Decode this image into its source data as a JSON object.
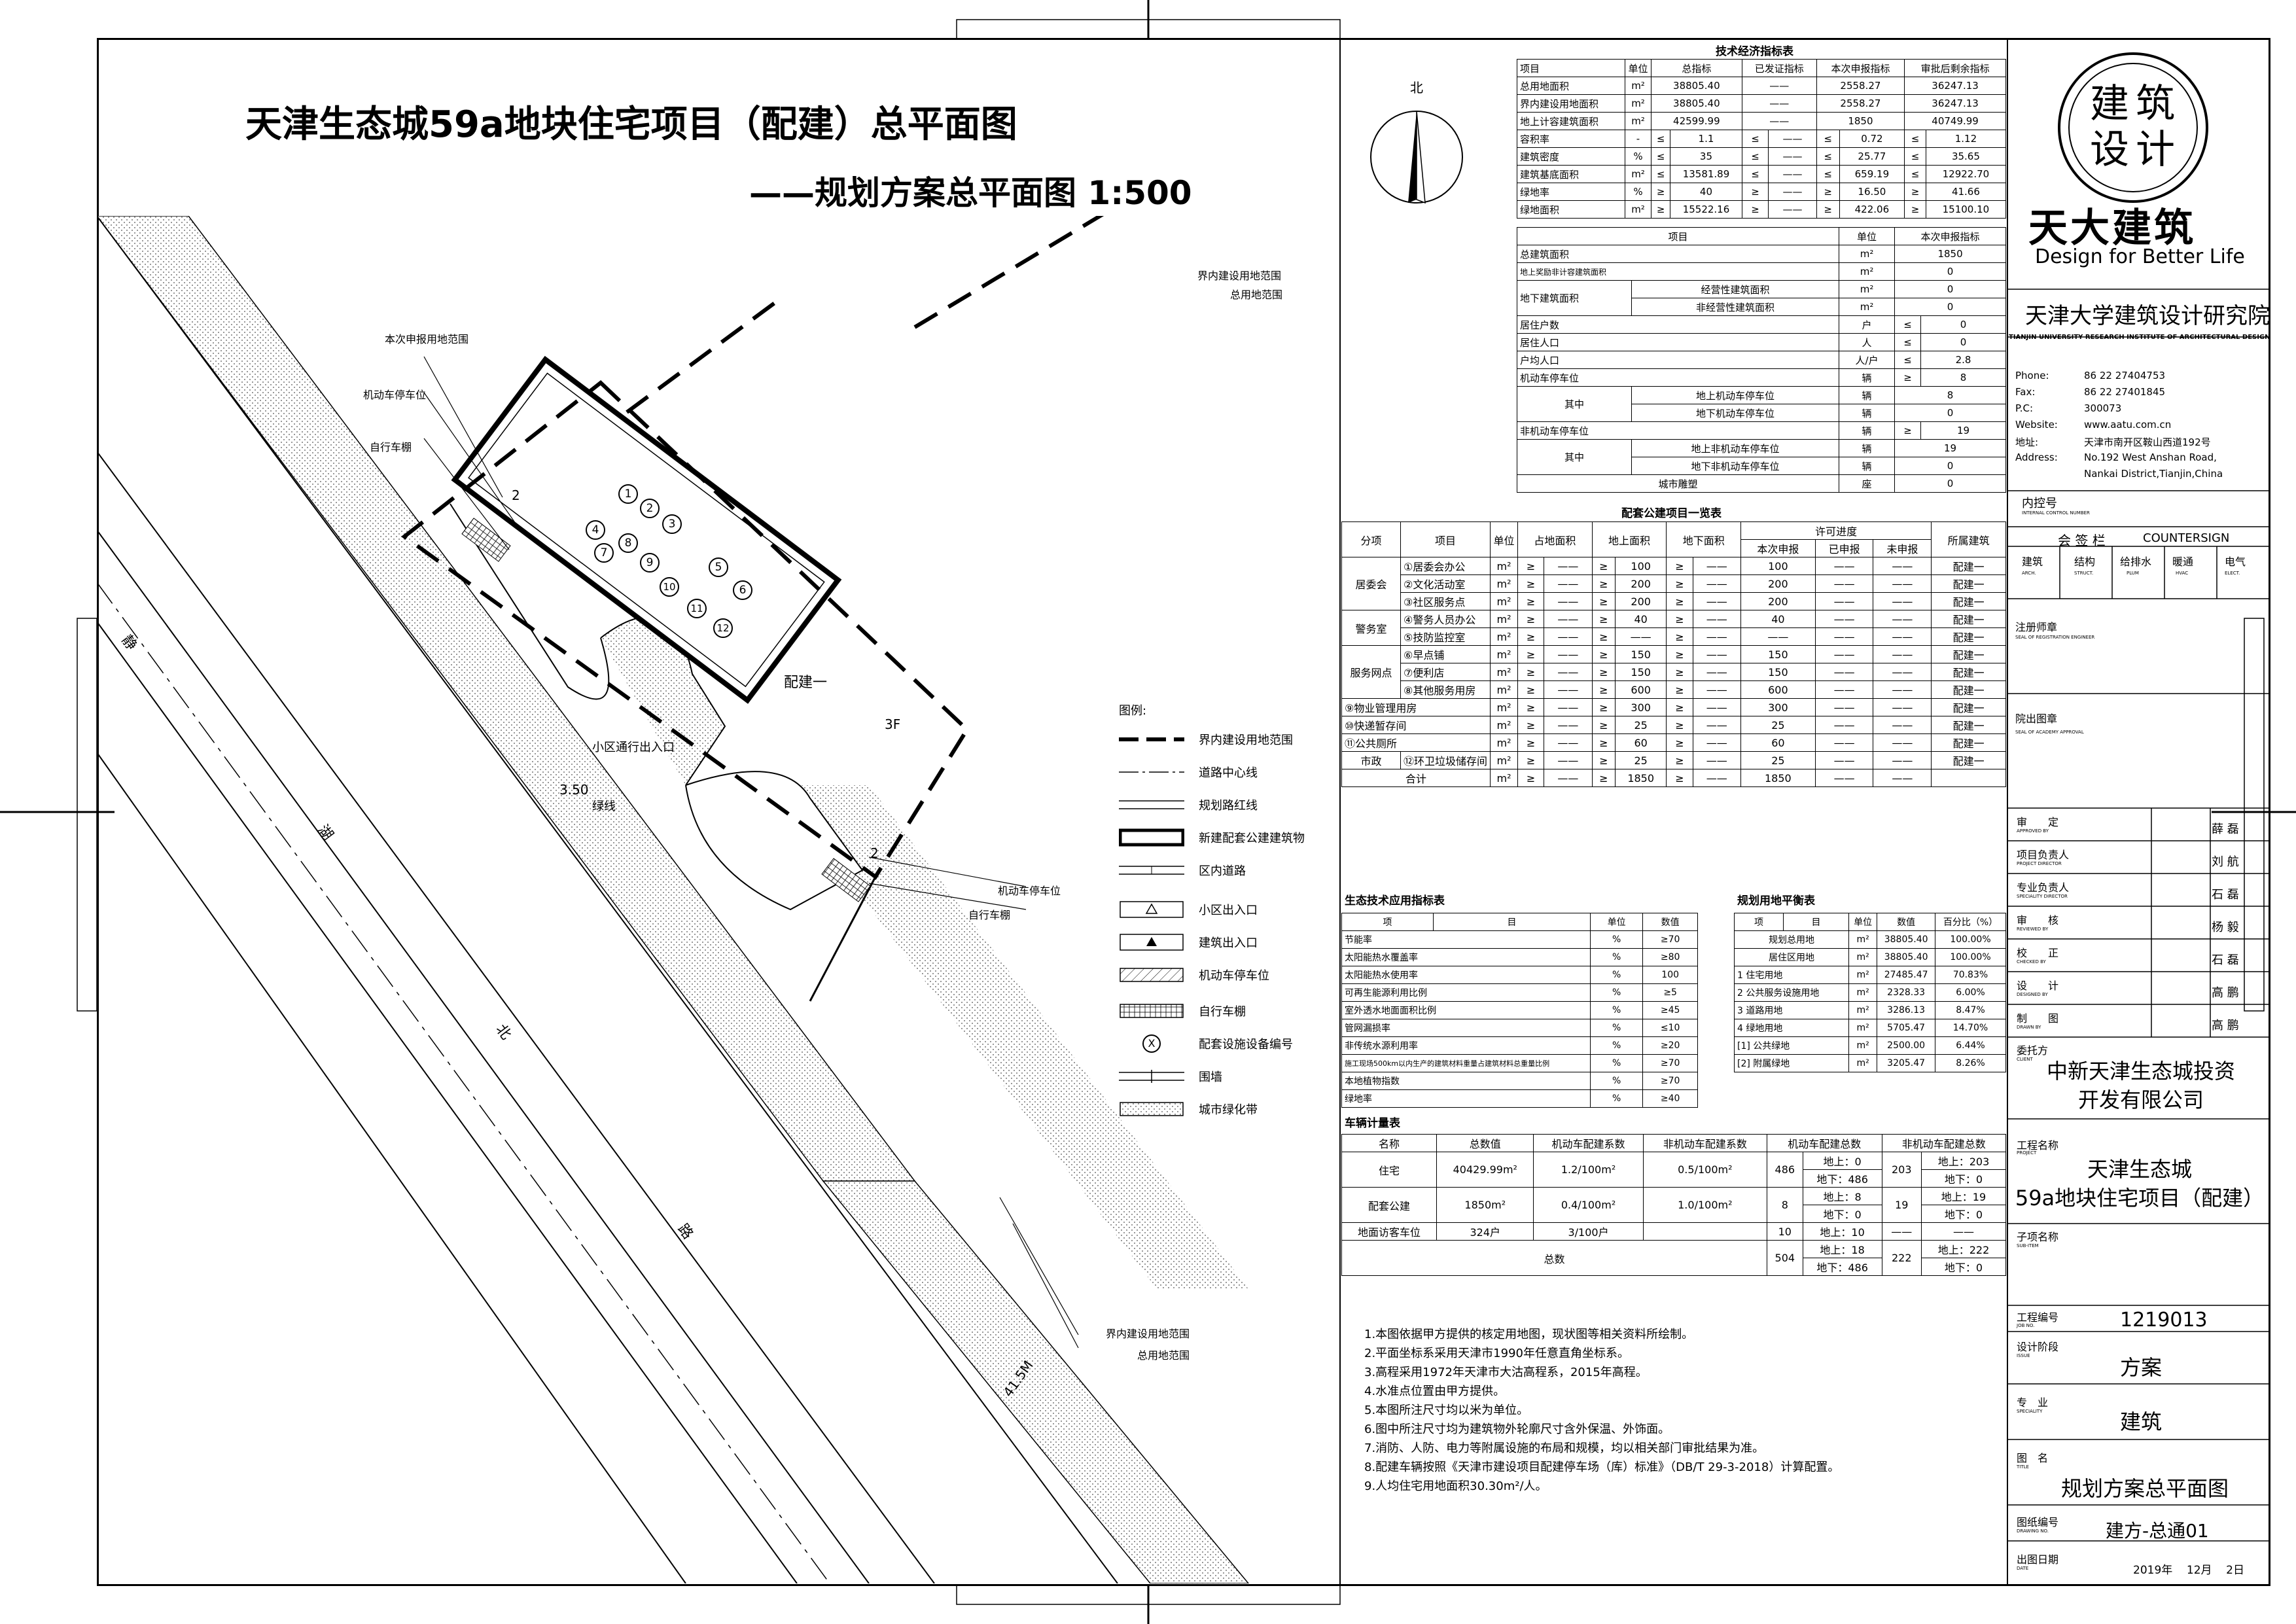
{
  "title": "天津生态城59a地块住宅项目（配建）总平面图",
  "subtitle": "——规划方案总平面图 1:500",
  "north_label": "北",
  "map": {
    "labels": {
      "boundary1": "界内建设用地范围",
      "boundary2": "总用地范围",
      "scope": "本次申报用地范围",
      "car_parking": "机动车停车位",
      "bike_shed": "自行车棚",
      "entrance": "小区通行出入口",
      "elev": "3.50",
      "green_line": "绿线",
      "car_parking2": "机动车停车位",
      "bike_shed2": "自行车棚",
      "boundary3": "界内建设用地范围",
      "boundary4": "总用地范围",
      "building": "配建一",
      "floors": "3F",
      "road1": "静",
      "road2": "湖",
      "road3": "北",
      "road4": "路",
      "width": "41.5M",
      "arrow1": "2",
      "arrow2": "2"
    },
    "facility_numbers": [
      "1",
      "2",
      "3",
      "4",
      "5",
      "6",
      "7",
      "8",
      "9",
      "10",
      "11",
      "12"
    ]
  },
  "legend": {
    "title": "图例:",
    "items": [
      "界内建设用地范围",
      "道路中心线",
      "规划路红线",
      "新建配套公建建筑物",
      "区内道路",
      "小区出入口",
      "建筑出入口",
      "机动车停车位",
      "自行车棚",
      "配套设施设备编号",
      "围墙",
      "城市绿化带"
    ],
    "x_symbol": "X"
  },
  "tech_table": {
    "title": "技术经济指标表",
    "headers": [
      "项目",
      "单位",
      "总指标",
      "已发证指标",
      "本次申报指标",
      "审批后剩余指标"
    ],
    "rows": [
      [
        "总用地面积",
        "m²",
        "38805.40",
        "——",
        "2558.27",
        "36247.13"
      ],
      [
        "界内建设用地面积",
        "m²",
        "38805.40",
        "——",
        "2558.27",
        "36247.13"
      ],
      [
        "地上计容建筑面积",
        "m²",
        "42599.99",
        "——",
        "1850",
        "40749.99"
      ],
      [
        "容积率",
        "-",
        "≤",
        "1.1",
        "≤",
        "——",
        "≤",
        "0.72",
        "≤",
        "1.12"
      ],
      [
        "建筑密度",
        "%",
        "≤",
        "35",
        "≤",
        "——",
        "≤",
        "25.77",
        "≤",
        "35.65"
      ],
      [
        "建筑基底面积",
        "m²",
        "≤",
        "13581.89",
        "≤",
        "——",
        "≤",
        "659.19",
        "≤",
        "12922.70"
      ],
      [
        "绿地率",
        "%",
        "≥",
        "40",
        "≥",
        "——",
        "≥",
        "16.50",
        "≥",
        "41.66"
      ],
      [
        "绿地面积",
        "m²",
        "≥",
        "15522.16",
        "≥",
        "——",
        "≥",
        "422.06",
        "≥",
        "15100.10"
      ]
    ],
    "sub_headers": [
      "项目",
      "单位",
      "本次申报指标"
    ],
    "sub_rows": [
      [
        "总建筑面积",
        "",
        "m²",
        "1850"
      ],
      [
        "地上奖励非计容建筑面积",
        "",
        "m²",
        "0"
      ],
      [
        "地下建筑面积",
        "经营性建筑面积",
        "m²",
        "0"
      ],
      [
        "",
        "非经营性建筑面积",
        "m²",
        "0"
      ],
      [
        "居住户数",
        "",
        "户",
        "≤",
        "0"
      ],
      [
        "居住人口",
        "",
        "人",
        "≤",
        "0"
      ],
      [
        "户均人口",
        "",
        "人/户",
        "≤",
        "2.8"
      ],
      [
        "机动车停车位",
        "",
        "辆",
        "≥",
        "8"
      ],
      [
        "其中",
        "地上机动车停车位",
        "辆",
        "",
        "8"
      ],
      [
        "",
        "地下机动车停车位",
        "辆",
        "",
        "0"
      ],
      [
        "非机动车停车位",
        "",
        "辆",
        "≥",
        "19"
      ],
      [
        "其中",
        "地上非机动车停车位",
        "辆",
        "",
        "19"
      ],
      [
        "",
        "地下非机动车停车位",
        "辆",
        "",
        "0"
      ],
      [
        "城市雕塑",
        "",
        "座",
        "",
        "0"
      ]
    ]
  },
  "facility_table": {
    "title": "配套公建项目一览表",
    "headers": [
      "分项",
      "项目",
      "单位",
      "占地面积",
      "地上面积",
      "地下面积",
      "许可进度",
      "所属建筑"
    ],
    "progress_headers": [
      "本次申报",
      "已申报",
      "未申报"
    ],
    "rows": [
      [
        "居委会",
        "①居委会办公",
        "m²",
        "≥",
        "——",
        "≥",
        "100",
        "≥",
        "——",
        "100",
        "——",
        "——",
        "配建一"
      ],
      [
        "",
        "②文化活动室",
        "m²",
        "≥",
        "——",
        "≥",
        "200",
        "≥",
        "——",
        "200",
        "——",
        "——",
        "配建一"
      ],
      [
        "",
        "③社区服务点",
        "m²",
        "≥",
        "——",
        "≥",
        "200",
        "≥",
        "——",
        "200",
        "——",
        "——",
        "配建一"
      ],
      [
        "警务室",
        "④警务人员办公",
        "m²",
        "≥",
        "——",
        "≥",
        "40",
        "≥",
        "——",
        "40",
        "——",
        "——",
        "配建一"
      ],
      [
        "",
        "⑤技防监控室",
        "m²",
        "≥",
        "——",
        "≥",
        "——",
        "≥",
        "——",
        "——",
        "——",
        "——",
        "配建一"
      ],
      [
        "服务网点",
        "⑥早点铺",
        "m²",
        "≥",
        "——",
        "≥",
        "150",
        "≥",
        "——",
        "150",
        "——",
        "——",
        "配建一"
      ],
      [
        "",
        "⑦便利店",
        "m²",
        "≥",
        "——",
        "≥",
        "150",
        "≥",
        "——",
        "150",
        "——",
        "——",
        "配建一"
      ],
      [
        "",
        "⑧其他服务用房",
        "m²",
        "≥",
        "——",
        "≥",
        "600",
        "≥",
        "——",
        "600",
        "——",
        "——",
        "配建一"
      ],
      [
        "",
        "⑨物业管理用房",
        "m²",
        "≥",
        "——",
        "≥",
        "300",
        "≥",
        "——",
        "300",
        "——",
        "——",
        "配建一"
      ],
      [
        "",
        "⑩快递暂存间",
        "m²",
        "≥",
        "——",
        "≥",
        "25",
        "≥",
        "——",
        "25",
        "——",
        "——",
        "配建一"
      ],
      [
        "",
        "⑪公共厕所",
        "m²",
        "≥",
        "——",
        "≥",
        "60",
        "≥",
        "——",
        "60",
        "——",
        "——",
        "配建一"
      ],
      [
        "市政",
        "⑫环卫垃圾储存间",
        "m²",
        "≥",
        "——",
        "≥",
        "25",
        "≥",
        "——",
        "25",
        "——",
        "——",
        "配建一"
      ],
      [
        "合计",
        "",
        "m²",
        "≥",
        "——",
        "≥",
        "1850",
        "≥",
        "——",
        "1850",
        "——",
        "——",
        ""
      ]
    ]
  },
  "eco_table": {
    "title": "生态技术应用指标表",
    "headers": [
      "项",
      "目",
      "单位",
      "数值"
    ],
    "rows": [
      [
        "节能率",
        "%",
        "≥70"
      ],
      [
        "太阳能热水覆盖率",
        "%",
        "≥80"
      ],
      [
        "太阳能热水使用率",
        "%",
        "100"
      ],
      [
        "可再生能源利用比例",
        "%",
        "≥5"
      ],
      [
        "室外透水地面面积比例",
        "%",
        "≥45"
      ],
      [
        "管网漏损率",
        "%",
        "≤10"
      ],
      [
        "非传统水源利用率",
        "%",
        "≥20"
      ],
      [
        "施工现场500km以内生产的建筑材料重量占建筑材料总重量比例",
        "%",
        "≥70"
      ],
      [
        "本地植物指数",
        "%",
        "≥70"
      ],
      [
        "绿地率",
        "%",
        "≥40"
      ]
    ]
  },
  "land_table": {
    "title": "规划用地平衡表",
    "headers": [
      "项",
      "目",
      "单位",
      "数值",
      "百分比（%）"
    ],
    "rows": [
      [
        "规划总用地",
        "m²",
        "38805.40",
        "100.00%"
      ],
      [
        "居住区用地",
        "m²",
        "38805.40",
        "100.00%"
      ],
      [
        "1  住宅用地",
        "m²",
        "27485.47",
        "70.83%"
      ],
      [
        "2  公共服务设施用地",
        "m²",
        "2328.33",
        "6.00%"
      ],
      [
        "3  道路用地",
        "m²",
        "3286.13",
        "8.47%"
      ],
      [
        "4  绿地用地",
        "m²",
        "5705.47",
        "14.70%"
      ],
      [
        "[1] 公共绿地",
        "m²",
        "2500.00",
        "6.44%"
      ],
      [
        "[2] 附属绿地",
        "m²",
        "3205.47",
        "8.26%"
      ]
    ]
  },
  "parking_table": {
    "title": "车辆计量表",
    "headers": [
      "名称",
      "总数值",
      "机动车配建系数",
      "非机动车配建系数",
      "机动车配建总数",
      "非机动车配建总数"
    ],
    "rows": [
      [
        "住宅",
        "40429.99m²",
        "1.2/100m²",
        "0.5/100m²",
        "486",
        "地上：0",
        "203",
        "地上：203"
      ],
      [
        "",
        "",
        "",
        "",
        "",
        "地下：486",
        "",
        "地下：0"
      ],
      [
        "配套公建",
        "1850m²",
        "0.4/100m²",
        "1.0/100m²",
        "8",
        "地上：8",
        "19",
        "地上：19"
      ],
      [
        "",
        "",
        "",
        "",
        "",
        "地下：0",
        "",
        "地下：0"
      ],
      [
        "地面访客车位",
        "324户",
        "3/100户",
        "",
        "10",
        "地上：10",
        "——",
        "——"
      ],
      [
        "总数",
        "",
        "",
        "",
        "504",
        "地上：18",
        "222",
        "地上：222"
      ],
      [
        "",
        "",
        "",
        "",
        "",
        "地下：486",
        "",
        "地下：0"
      ]
    ]
  },
  "notes": [
    "1.本图依据甲方提供的核定用地图，现状图等相关资料所绘制。",
    "2.平面坐标系采用天津市1990年任意直角坐标系。",
    "3.高程采用1972年天津市大沽高程系，2015年高程。",
    "4.水准点位置由甲方提供。",
    "5.本图所注尺寸均以米为单位。",
    "6.图中所注尺寸均为建筑物外轮廓尺寸含外保温、外饰面。",
    "7.消防、人防、电力等附属设施的布局和规模，均以相关部门审批结果为准。",
    "8.配建车辆按照《天津市建设项目配建停车场（库）标准》（DB/T 29-3-2018）计算配置。",
    "9.人均住宅用地面积30.30m²/人。"
  ],
  "title_block": {
    "logo_text": "天大建筑",
    "slogan": "Design for Better Life",
    "seal_chars": [
      "建",
      "筑",
      "设",
      "计"
    ],
    "institute": "天津大学建筑设计研究院",
    "institute_en": "TIANJIN UNIVERSITY RESEARCH INSTITUTE OF ARCHITECTURAL DESIGN",
    "contact": [
      [
        "Phone:",
        "86  22  27404753"
      ],
      [
        "Fax:",
        "86  22  27401845"
      ],
      [
        "P.C:",
        "300073"
      ],
      [
        "Website:",
        "www.aatu.com.cn"
      ],
      [
        "地址:",
        "天津市南开区鞍山西道192号"
      ],
      [
        "Address:",
        "No.192 West Anshan Road,"
      ],
      [
        "",
        "Nankai District,Tianjin,China"
      ]
    ],
    "internal_no": "内控号",
    "internal_no_en": "INTERNAL CONTROL NUMBER",
    "countersign": "会 签 栏",
    "countersign_en": "COUNTERSIGN",
    "disciplines": [
      [
        "建筑",
        "ARCH."
      ],
      [
        "结构",
        "STRUCT."
      ],
      [
        "给排水",
        "PLUM"
      ],
      [
        "暖通",
        "HVAC"
      ],
      [
        "电气",
        "ELECT."
      ]
    ],
    "reg_seal": "注册师章",
    "reg_seal_en": "SEAL OF REGISTRATION ENGINEER",
    "out_seal": "院出图章",
    "out_seal_en": "SEAL OF ACADEMY APPROVAL",
    "signatures": [
      [
        "审　　定",
        "APPROVED BY",
        "薛 磊"
      ],
      [
        "项目负责人",
        "PROJECT DIRECTOR",
        "刘 航"
      ],
      [
        "专业负责人",
        "SPECIALITY DIRECTOR",
        "石 磊"
      ],
      [
        "审　　核",
        "REVIEWED BY",
        "杨 毅"
      ],
      [
        "校　　正",
        "CHECKED BY",
        "石 磊"
      ],
      [
        "设　　计",
        "DESIGNED BY",
        "高 鹏"
      ],
      [
        "制　　图",
        "DRAWN BY",
        "高 鹏"
      ]
    ],
    "client_label": "委托方",
    "client_label_en": "CLIENT",
    "client": "中新天津生态城投资\n开发有限公司",
    "project_label": "工程名称",
    "project_label_en": "PROJECT",
    "project": "天津生态城\n59a地块住宅项目（配建）",
    "subitem_label": "子项名称",
    "subitem_label_en": "SUB-ITEM",
    "job_no_label": "工程编号",
    "job_no_label_en": "JOB NO.",
    "job_no": "1219013",
    "stage_label": "设计阶段",
    "stage_label_en": "ISSUE",
    "stage": "方案",
    "specialty_label": "专　业",
    "specialty_label_en": "SPECIALITY",
    "specialty": "建筑",
    "drawing_title_label": "图　名",
    "drawing_title_label_en": "TITLE",
    "drawing_title": "规划方案总平面图",
    "drawing_no_label": "图纸编号",
    "drawing_no_label_en": "DRAWING NO.",
    "drawing_no": "建方-总通01",
    "date_label": "出图日期",
    "date_label_en": "DATE",
    "date": "2019年    12月    2日"
  }
}
